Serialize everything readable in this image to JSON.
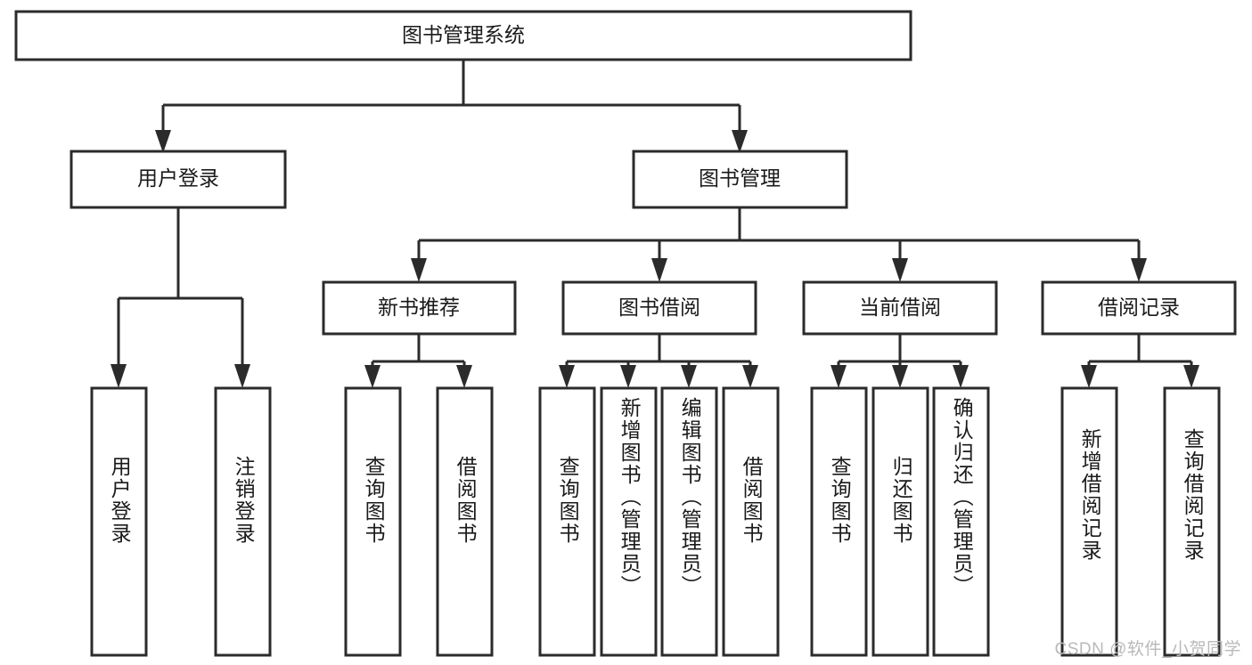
{
  "diagram": {
    "type": "tree-hierarchy",
    "title": "图书管理系统",
    "orientation": "top-down",
    "colors": {
      "box_fill": "#ffffff",
      "box_stroke": "#2b2b2b",
      "connector": "#2b2b2b",
      "text": "#1a1a1a",
      "background": "#ffffff",
      "watermark": "#b9b9b9"
    },
    "levels": 4
  },
  "root": {
    "label": "图书管理系统"
  },
  "level2": [
    {
      "label": "用户登录"
    },
    {
      "label": "图书管理"
    }
  ],
  "level3": [
    {
      "label": "新书推荐"
    },
    {
      "label": "图书借阅"
    },
    {
      "label": "当前借阅"
    },
    {
      "label": "借阅记录"
    }
  ],
  "leaves": {
    "user_login": [
      {
        "label": "用户登录"
      },
      {
        "label": "注销登录"
      }
    ],
    "new_book_recommend": [
      {
        "label": "查询图书"
      },
      {
        "label": "借阅图书"
      }
    ],
    "book_borrow": [
      {
        "label": "查询图书"
      },
      {
        "label": "新增图书（管理员）"
      },
      {
        "label": "编辑图书（管理员）"
      },
      {
        "label": "借阅图书"
      }
    ],
    "current_borrow": [
      {
        "label": "查询图书"
      },
      {
        "label": "归还图书"
      },
      {
        "label": "确认归还（管理员）"
      }
    ],
    "borrow_record": [
      {
        "label": "新增借阅记录"
      },
      {
        "label": "查询借阅记录"
      }
    ]
  },
  "watermark": {
    "text": "CSDN @软件_小贺同学"
  }
}
